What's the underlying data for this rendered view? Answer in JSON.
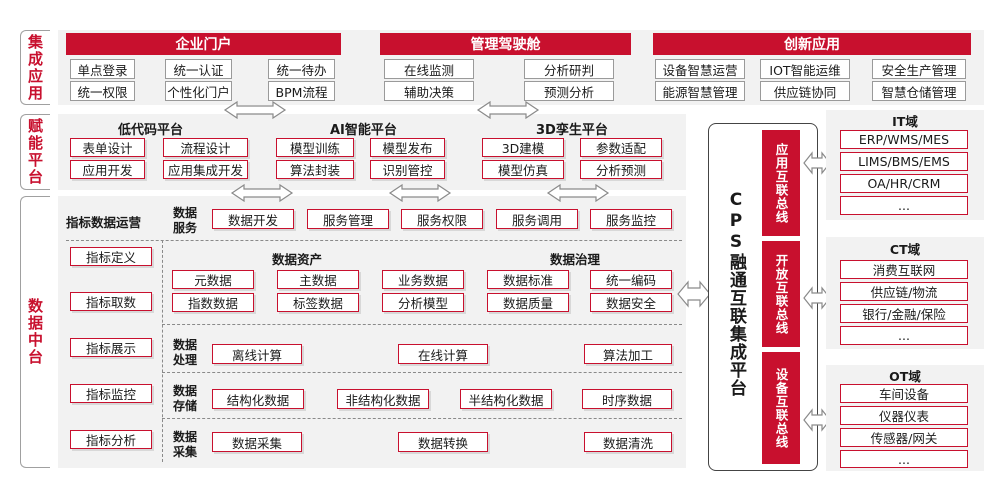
{
  "rows": {
    "integration": "集成应用",
    "enabling": "赋能平台",
    "data_center": "数据中台"
  },
  "integration": {
    "enterprise_portal": {
      "title": "企业门户",
      "items": [
        "单点登录",
        "统一认证",
        "统一待办",
        "统一权限",
        "个性化门户",
        "BPM流程"
      ]
    },
    "cockpit": {
      "title": "管理驾驶舱",
      "items": [
        "在线监测",
        "分析研判",
        "辅助决策",
        "预测分析"
      ]
    },
    "innovation": {
      "title": "创新应用",
      "items": [
        "设备智慧运营",
        "IOT智能运维",
        "安全生产管理",
        "能源智慧管理",
        "供应链协同",
        "智慧仓储管理"
      ]
    }
  },
  "enabling": {
    "low_code": {
      "title": "低代码平台",
      "items": [
        "表单设计",
        "流程设计",
        "应用开发",
        "应用集成开发"
      ]
    },
    "ai": {
      "title": "AI智能平台",
      "items": [
        "模型训练",
        "模型发布",
        "算法封装",
        "识别管控"
      ]
    },
    "twin": {
      "title": "3D孪生平台",
      "items": [
        "3D建模",
        "参数适配",
        "模型仿真",
        "分析预测"
      ]
    }
  },
  "data_center": {
    "indicator_ops": {
      "title": "指标数据运营",
      "items": [
        "指标定义",
        "指标取数",
        "指标展示",
        "指标监控",
        "指标分析"
      ]
    },
    "services": {
      "label": "数据服务",
      "items": [
        "数据开发",
        "服务管理",
        "服务权限",
        "服务调用",
        "服务监控"
      ]
    },
    "assets": {
      "title": "数据资产",
      "items": [
        "元数据",
        "主数据",
        "指数数据",
        "标签数据"
      ]
    },
    "governance_left": {
      "items": [
        "业务数据",
        "分析模型"
      ]
    },
    "governance": {
      "title": "数据治理",
      "items": [
        "数据标准",
        "统一编码",
        "数据质量",
        "数据安全"
      ]
    },
    "processing": {
      "label": "数据处理",
      "items": [
        "离线计算",
        "在线计算",
        "算法加工"
      ]
    },
    "storage": {
      "label": "数据存储",
      "items": [
        "结构化数据",
        "非结构化数据",
        "半结构化数据",
        "时序数据"
      ]
    },
    "collection": {
      "label": "数据采集",
      "items": [
        "数据采集",
        "数据转换",
        "数据清洗"
      ]
    }
  },
  "cps": {
    "title": "CPS融通互联集成平台",
    "buses": [
      "应用互联总线",
      "开放互联总线",
      "设备互联总线"
    ]
  },
  "domains": [
    {
      "title": "IT域",
      "items": [
        "ERP/WMS/MES",
        "LIMS/BMS/EMS",
        "OA/HR/CRM",
        "..."
      ]
    },
    {
      "title": "CT域",
      "items": [
        "消费互联网",
        "供应链/物流",
        "银行/金融/保险",
        "..."
      ]
    },
    {
      "title": "OT域",
      "items": [
        "车间设备",
        "仪器仪表",
        "传感器/网关",
        "..."
      ]
    }
  ],
  "colors": {
    "accent": "#c8102e",
    "panel": "#f2f2f2",
    "border": "#9a9a9a"
  },
  "icons": [
    "double-arrow-icon"
  ]
}
